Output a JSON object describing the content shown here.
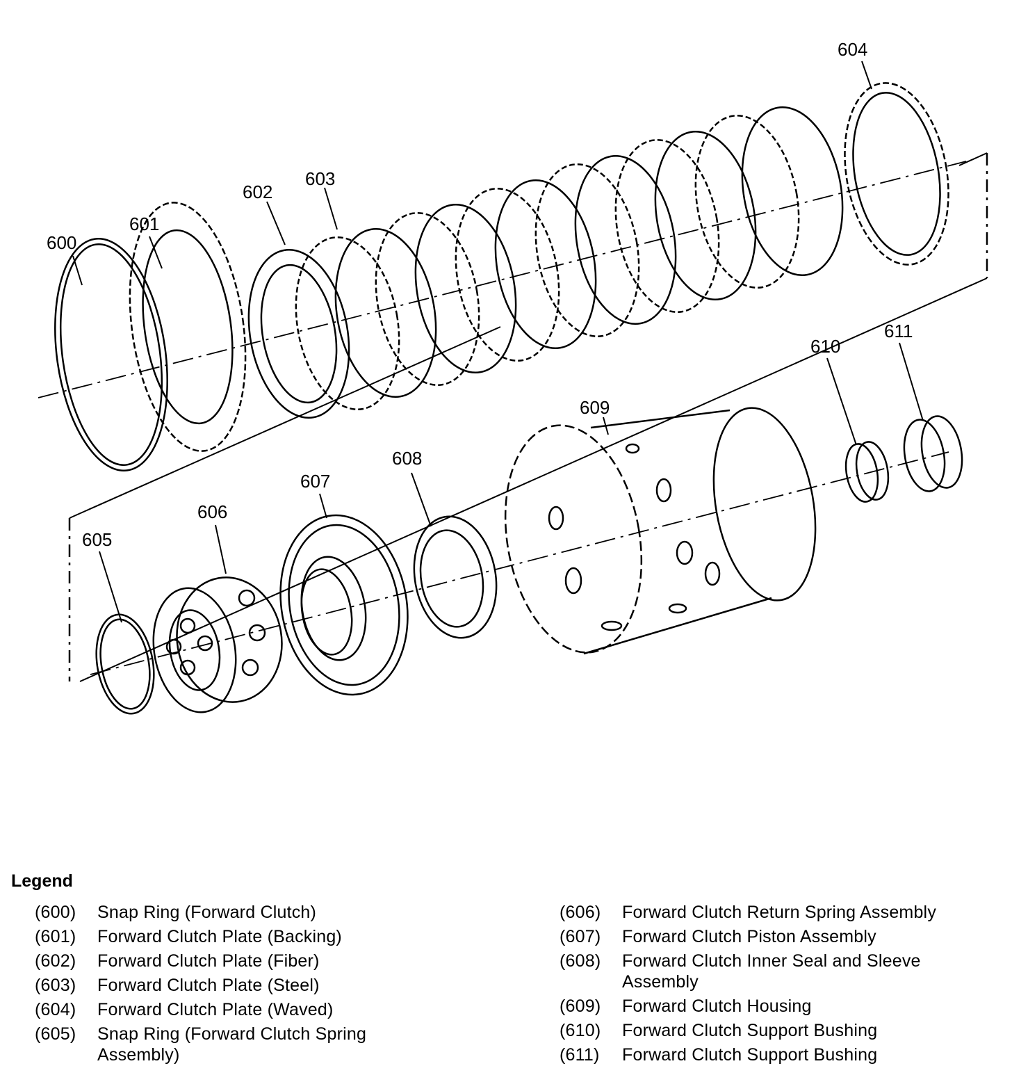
{
  "diagram": {
    "callouts": {
      "600": "600",
      "601": "601",
      "602": "602",
      "603": "603",
      "604": "604",
      "605": "605",
      "606": "606",
      "607": "607",
      "608": "608",
      "609": "609",
      "610": "610",
      "611": "611"
    }
  },
  "legend": {
    "title": "Legend",
    "left": [
      {
        "num": "(600)",
        "text": "Snap Ring (Forward Clutch)"
      },
      {
        "num": "(601)",
        "text": "Forward Clutch Plate (Backing)"
      },
      {
        "num": "(602)",
        "text": "Forward Clutch Plate (Fiber)"
      },
      {
        "num": "(603)",
        "text": "Forward Clutch Plate (Steel)"
      },
      {
        "num": "(604)",
        "text": "Forward Clutch Plate (Waved)"
      },
      {
        "num": "(605)",
        "text": "Snap Ring (Forward Clutch Spring Assembly)"
      }
    ],
    "right": [
      {
        "num": "(606)",
        "text": "Forward Clutch Return Spring Assembly"
      },
      {
        "num": "(607)",
        "text": "Forward Clutch Piston Assembly"
      },
      {
        "num": "(608)",
        "text": "Forward Clutch Inner Seal and Sleeve Assembly"
      },
      {
        "num": "(609)",
        "text": "Forward Clutch Housing"
      },
      {
        "num": "(610)",
        "text": "Forward Clutch Support Bushing"
      },
      {
        "num": "(611)",
        "text": "Forward Clutch Support Bushing"
      }
    ]
  }
}
